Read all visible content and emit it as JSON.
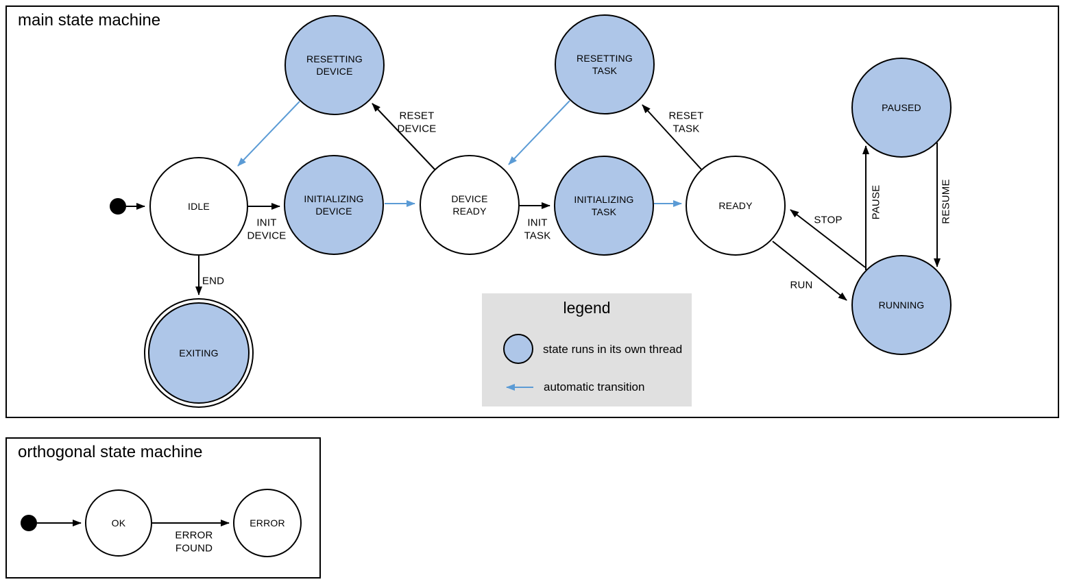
{
  "colors": {
    "thread_state_fill": "#aec6e8",
    "state_stroke": "#000000",
    "automatic_transition_arrow": "#5b9bd5",
    "legend_background": "#e0e0e0"
  },
  "main": {
    "title": "main state machine",
    "states": {
      "idle": "IDLE",
      "initializing_device": "INITIALIZING\nDEVICE",
      "device_ready": "DEVICE\nREADY",
      "initializing_task": "INITIALIZING\nTASK",
      "ready": "READY",
      "resetting_device": "RESETTING\nDEVICE",
      "resetting_task": "RESETTING\nTASK",
      "paused": "PAUSED",
      "running": "RUNNING",
      "exiting": "EXITING"
    },
    "transitions": {
      "init_device": "INIT\nDEVICE",
      "reset_device": "RESET\nDEVICE",
      "init_task": "INIT\nTASK",
      "reset_task": "RESET\nTASK",
      "end": "END",
      "run": "RUN",
      "stop": "STOP",
      "pause": "PAUSE",
      "resume": "RESUME"
    }
  },
  "legend": {
    "title": "legend",
    "thread_item": "state runs in its own thread",
    "auto_item": "automatic transition"
  },
  "orthogonal": {
    "title": "orthogonal state machine",
    "states": {
      "ok": "OK",
      "error": "ERROR"
    },
    "transitions": {
      "error_found": "ERROR\nFOUND"
    }
  }
}
